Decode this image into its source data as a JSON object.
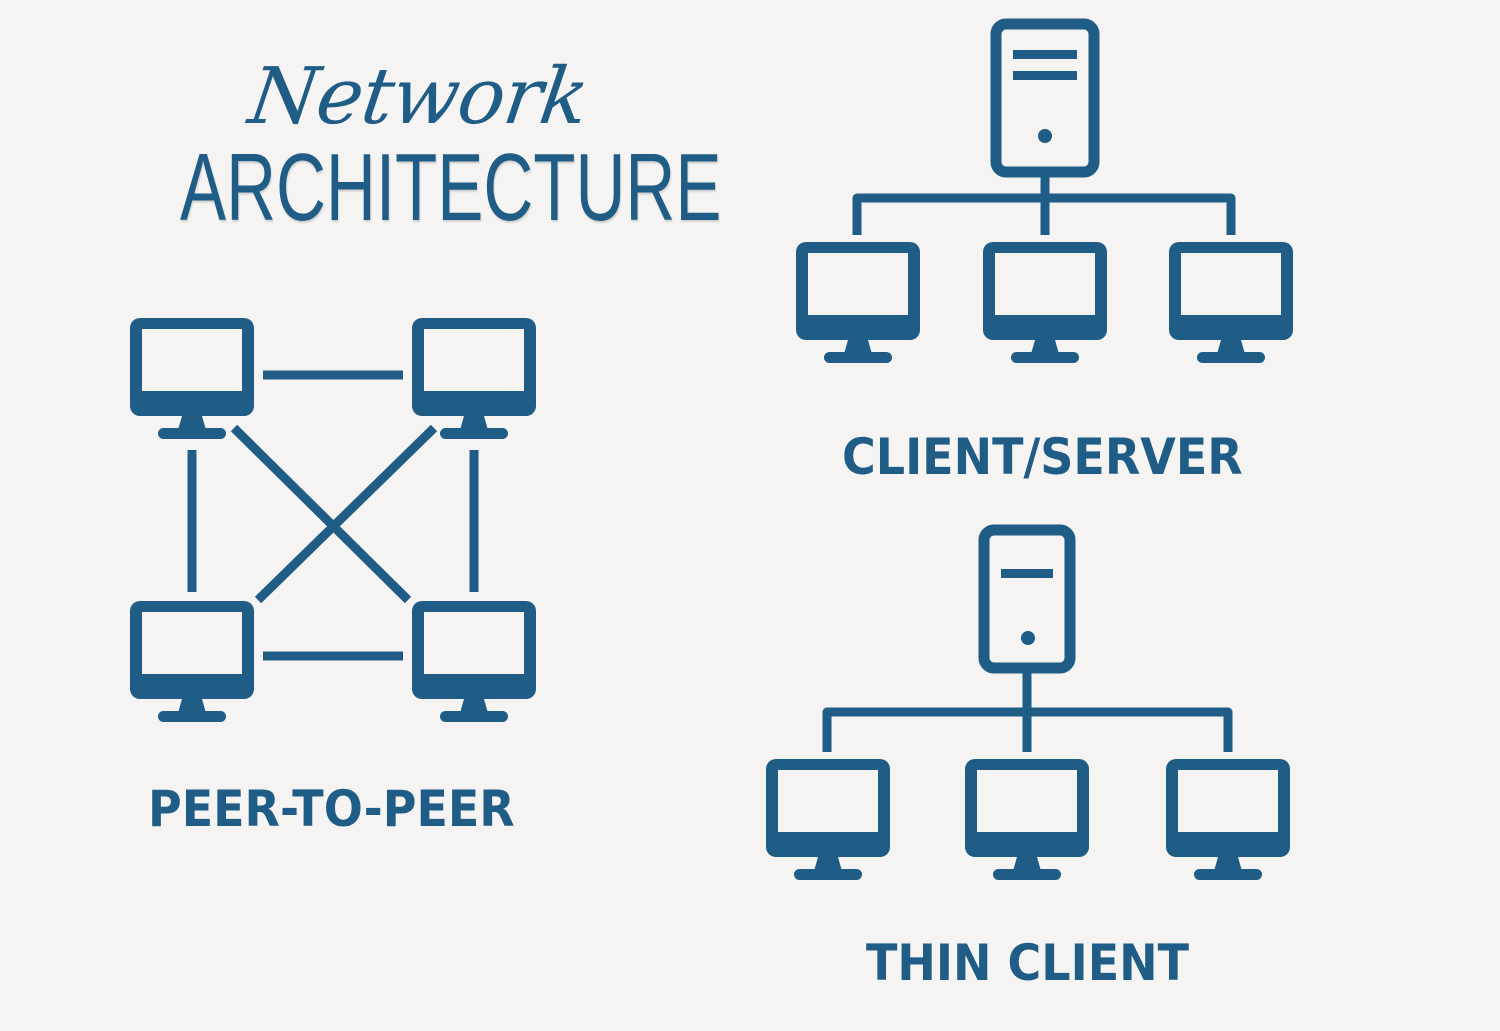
{
  "title": {
    "script_line": "Network",
    "main_line": "ARCHITECTURE"
  },
  "colors": {
    "primary": "#1f5c86",
    "background": "#f5f4f2"
  },
  "sections": [
    {
      "id": "peer-to-peer",
      "label": "PEER-TO-PEER",
      "nodes": 4,
      "topology": "full mesh (square with diagonals)"
    },
    {
      "id": "client-server",
      "label": "CLIENT/SERVER",
      "server_icon": "server-tower-two-bars-icon",
      "clients": 3
    },
    {
      "id": "thin-client",
      "label": "THIN CLIENT",
      "server_icon": "server-tower-one-bar-icon",
      "clients": 3
    }
  ]
}
